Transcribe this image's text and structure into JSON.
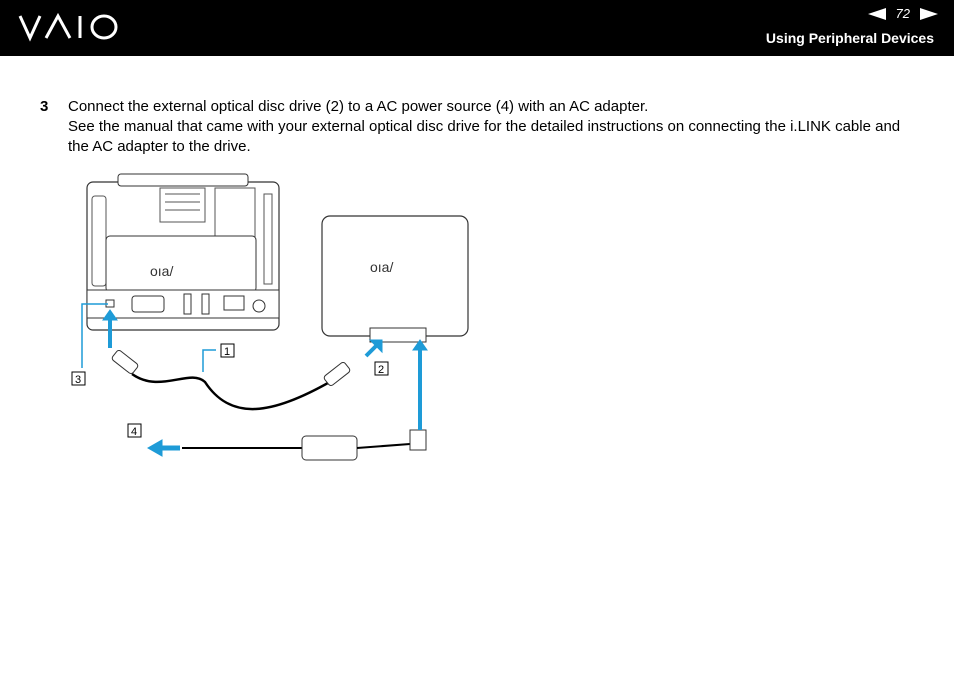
{
  "header": {
    "logo_text": "VAIO",
    "page_number": "72",
    "section_title": "Using Peripheral Devices"
  },
  "step": {
    "number": "3",
    "line1": "Connect the external optical disc drive (2) to a AC power source (4) with an AC adapter.",
    "line2": "See the manual that came with your external optical disc drive for the detailed instructions on connecting the i.LINK cable and the AC adapter to the drive."
  },
  "figure": {
    "callouts": [
      "1",
      "2",
      "3",
      "4"
    ],
    "accent_color": "#1e9bd7"
  }
}
